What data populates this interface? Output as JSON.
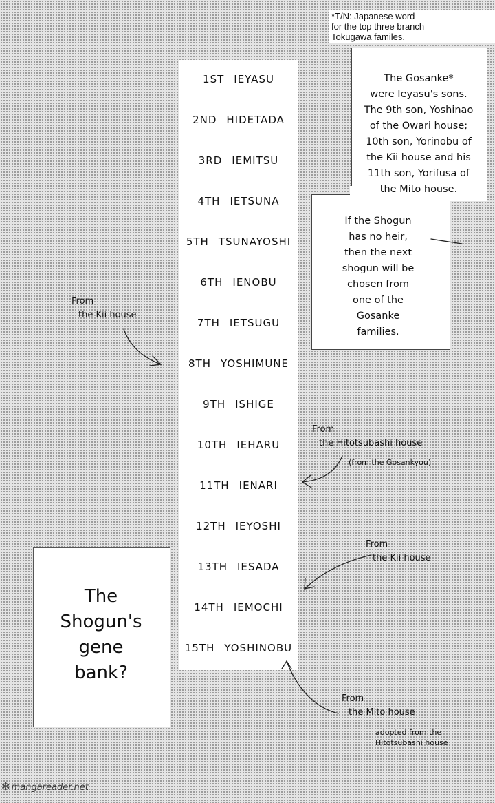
{
  "translator_note": [
    "*T/N: Japanese word",
    "for the top three branch",
    "Tokugawa familes."
  ],
  "shoguns": [
    {
      "ord": "1ST",
      "name": "IEYASU"
    },
    {
      "ord": "2ND",
      "name": "HIDETADA"
    },
    {
      "ord": "3RD",
      "name": "IEMITSU"
    },
    {
      "ord": "4TH",
      "name": "IETSUNA"
    },
    {
      "ord": "5TH",
      "name": "TSUNAYOSHI"
    },
    {
      "ord": "6TH",
      "name": "IENOBU"
    },
    {
      "ord": "7TH",
      "name": "IETSUGU"
    },
    {
      "ord": "8TH",
      "name": "YOSHIMUNE"
    },
    {
      "ord": "9TH",
      "name": "ISHIGE"
    },
    {
      "ord": "10TH",
      "name": "IEHARU"
    },
    {
      "ord": "11TH",
      "name": "IENARI"
    },
    {
      "ord": "12TH",
      "name": "IEYOSHI"
    },
    {
      "ord": "13TH",
      "name": "IESADA"
    },
    {
      "ord": "14TH",
      "name": "IEMOCHI"
    },
    {
      "ord": "15TH",
      "name": "YOSHINOBU"
    }
  ],
  "gosanke_box": {
    "lines": [
      "The Gosanke*",
      "were Ieyasu's sons.",
      "The 9th son, Yoshinao",
      "of the Owari house;",
      "10th son, Yorinobu of",
      "the Kii house and his",
      "11th son, Yorifusa of",
      "the Mito house."
    ]
  },
  "heir_box": {
    "lines": [
      "If the Shogun",
      "has no heir,",
      "then the next",
      "shogun will be",
      "chosen from",
      "one of the",
      "Gosanke",
      "families."
    ]
  },
  "gene_bank_box": {
    "lines": [
      "The",
      "Shogun's",
      "gene",
      "bank?"
    ]
  },
  "notes": {
    "kii_8th": [
      "From",
      "the Kii house"
    ],
    "hitotsubashi_11th": [
      "From",
      "the Hitotsubashi house"
    ],
    "hitotsubashi_sub": "(from the Gosankyou)",
    "kii_14th": [
      "From",
      "the Kii house"
    ],
    "mito_15th": [
      "From",
      "the Mito house"
    ],
    "mito_sub": [
      "adopted from the",
      "Hitotsubashi house"
    ]
  },
  "watermark": "mangareader.net"
}
